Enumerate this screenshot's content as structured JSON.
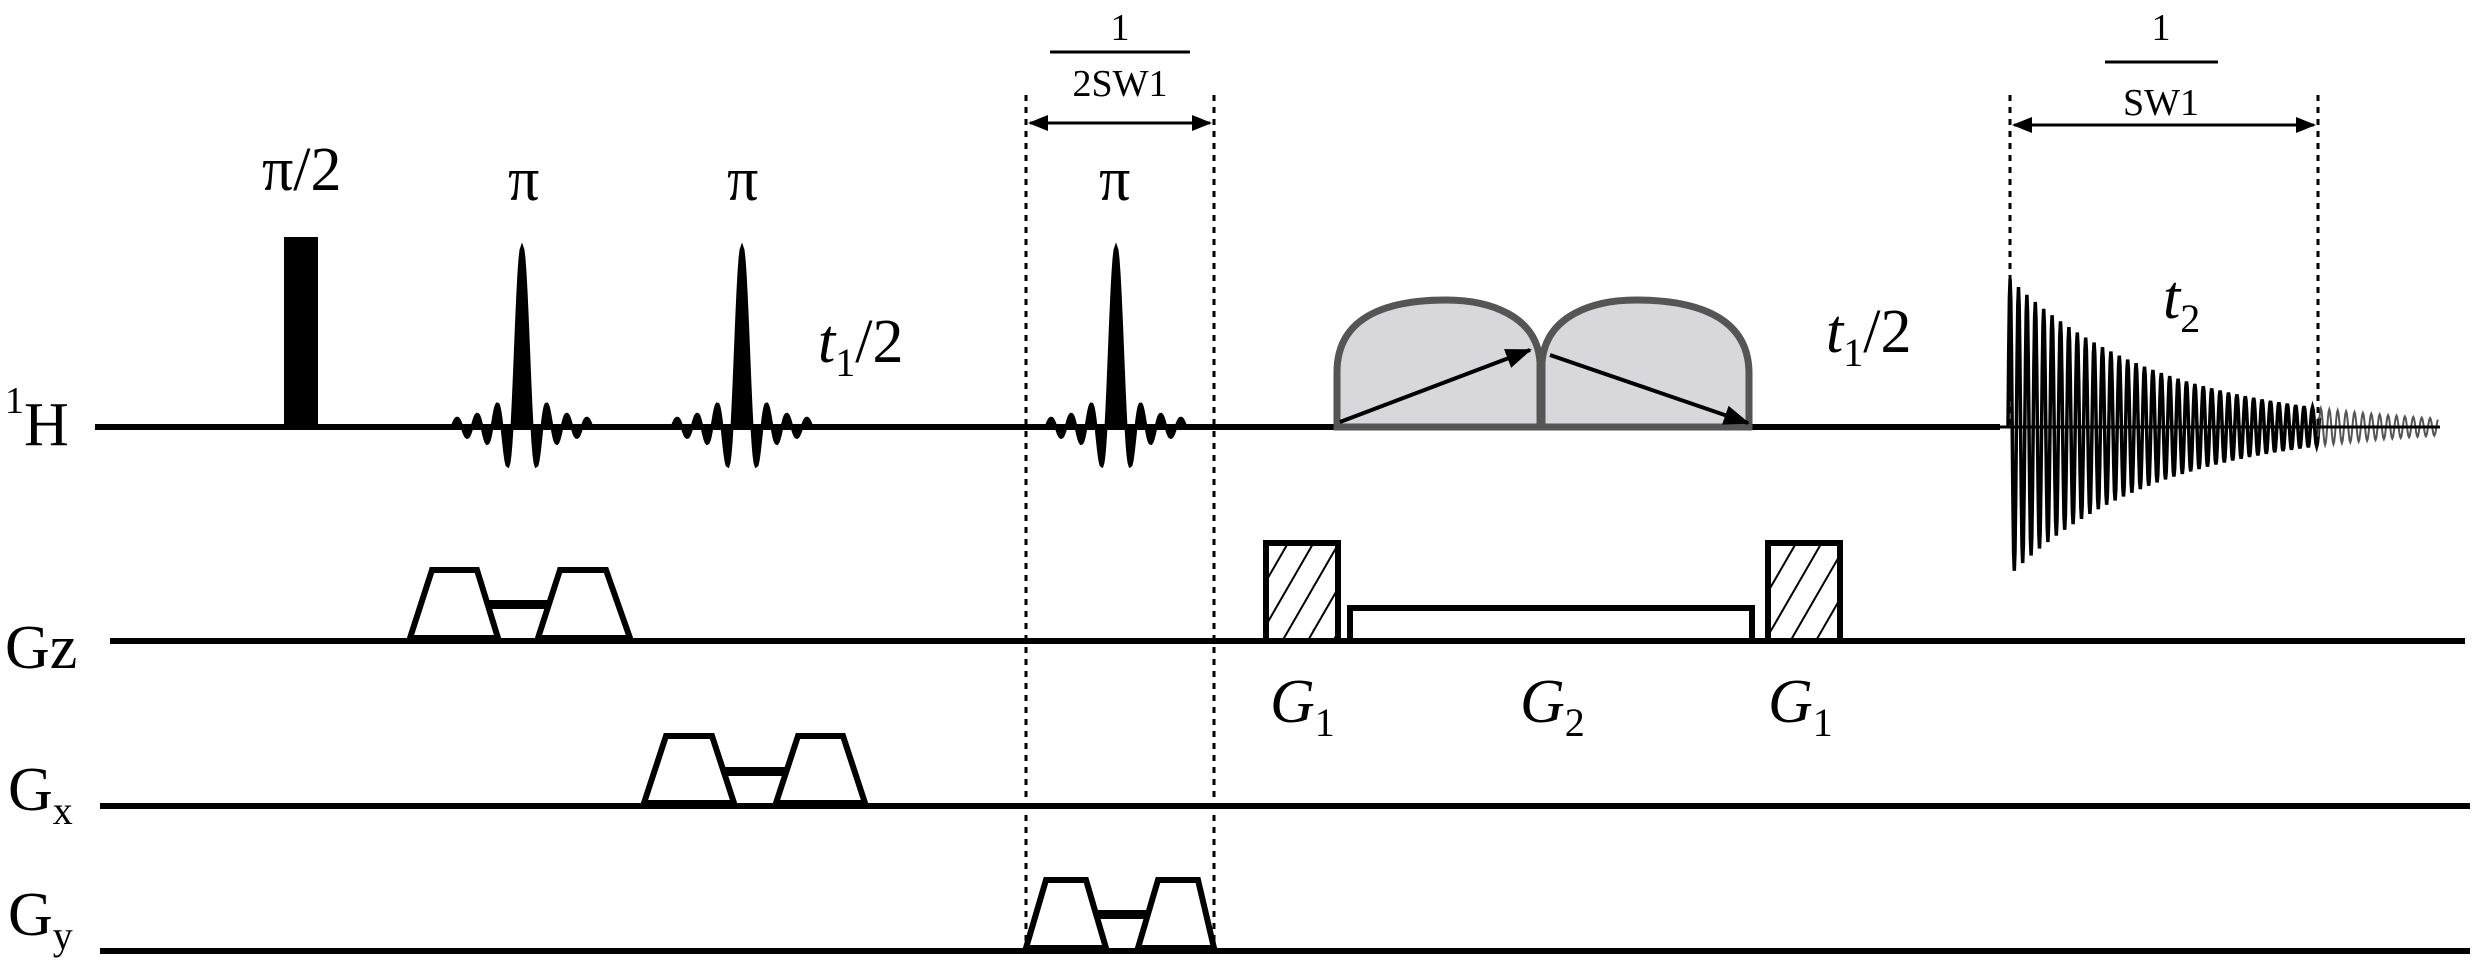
{
  "channels": {
    "h1": {
      "superscript": "1",
      "symbol": "H"
    },
    "gz": {
      "main": "G",
      "sub": "z"
    },
    "gx": {
      "main": "G",
      "sub": "x"
    },
    "gy": {
      "main": "G",
      "sub": "y"
    }
  },
  "pulses": {
    "p1": "π/2",
    "p2": "π",
    "p3": "π",
    "p4": "π"
  },
  "delays": {
    "left": {
      "t": "t",
      "sub": "1",
      "rest": "/2"
    },
    "right": {
      "t": "t",
      "sub": "1",
      "rest": "/2"
    },
    "acq": {
      "t": "t",
      "sub": "2"
    }
  },
  "intervals": {
    "chirp": {
      "num": "1",
      "den": "2SW1"
    },
    "acq": {
      "num": "1",
      "den": "SW1"
    }
  },
  "gradients": {
    "g1a": {
      "main": "G",
      "sub": "1"
    },
    "g2": {
      "main": "G",
      "sub": "2"
    },
    "g1b": {
      "main": "G",
      "sub": "1"
    }
  },
  "colors": {
    "line": "#000000",
    "chirp_fill": "#d8d8dc",
    "chirp_stroke": "#555555",
    "fid_tail": "#555555"
  }
}
